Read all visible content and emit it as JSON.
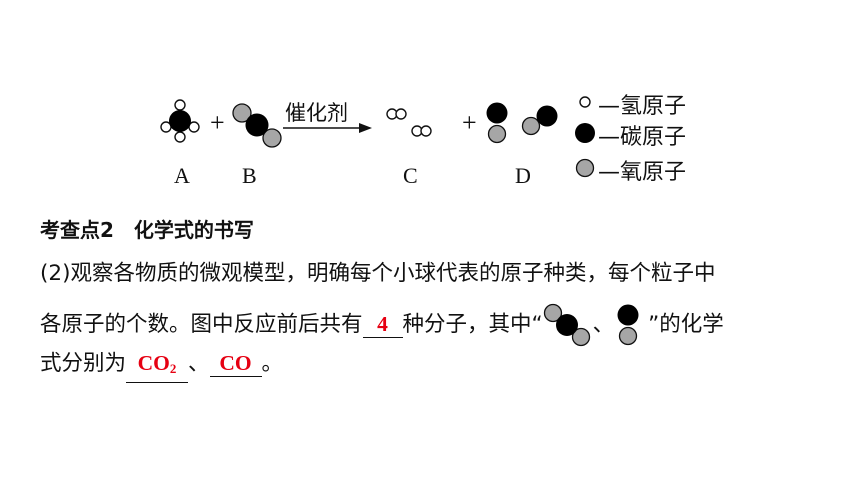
{
  "reaction": {
    "catalyst": "催化剂",
    "plus": "+",
    "labels": [
      "A",
      "B",
      "C",
      "D"
    ]
  },
  "legend": [
    {
      "icon": "hydrogen-atom-icon",
      "text": "—氢原子"
    },
    {
      "icon": "carbon-atom-icon",
      "text": "—碳原子"
    },
    {
      "icon": "oxygen-atom-icon",
      "text": "—氧原子"
    }
  ],
  "heading": "考查点2　化学式的书写",
  "paragraph": {
    "line1": "(2)观察各物质的微观模型，明确每个小球代表的原子种类，每个粒子中",
    "line2_a": "各原子的个数。图中反应前后共有",
    "answer1": "4",
    "line2_b": "种分子，其中“",
    "line2_sep": "、",
    "line2_c": "”的化学",
    "line3_a": "式分别为",
    "answer2_main": "CO",
    "answer2_sub": "2",
    "line3_sep": "、",
    "answer3": "CO",
    "line3_end": "。"
  },
  "colors": {
    "answer": "#e60012",
    "carbon": "#000000",
    "oxygen": "#a6a6a6",
    "hydrogen": "#ffffff"
  }
}
